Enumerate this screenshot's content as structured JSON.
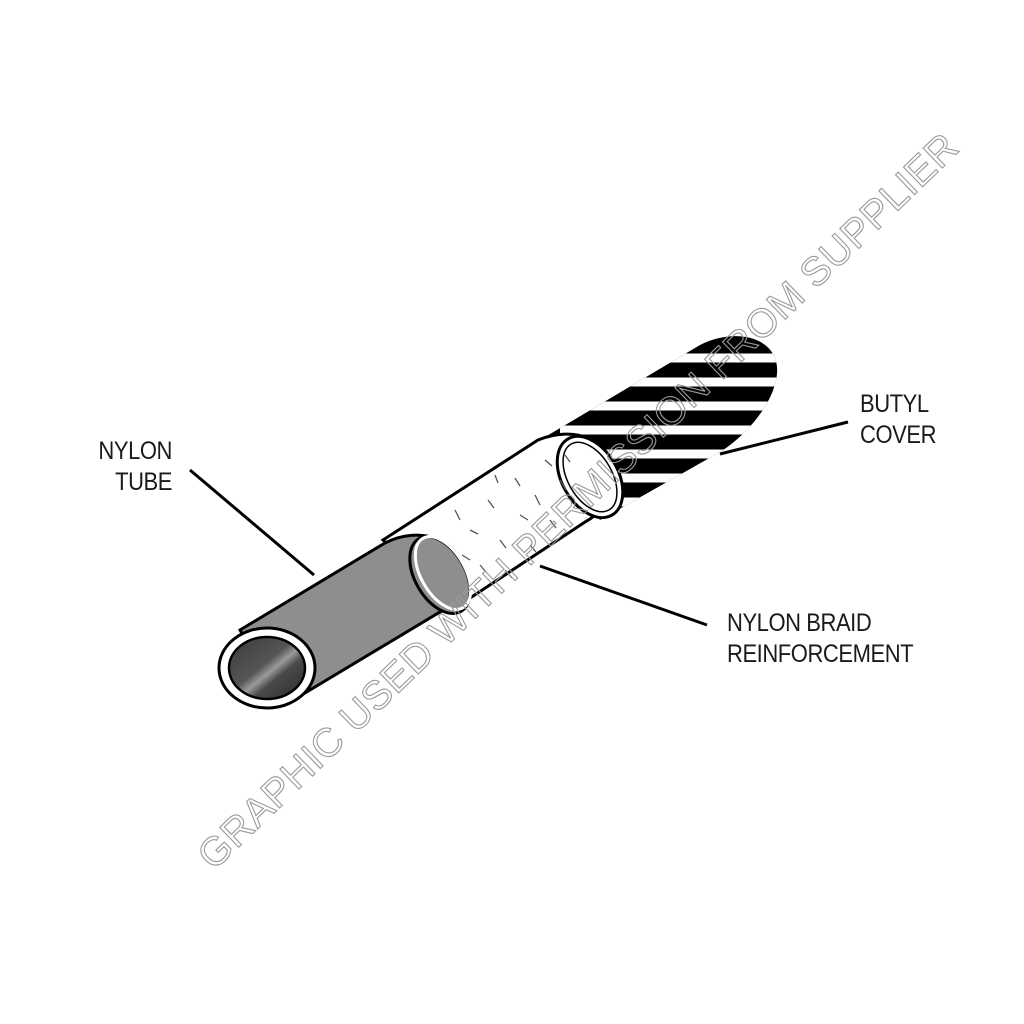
{
  "diagram": {
    "subject": "Hose construction layers",
    "labels": {
      "nylon_tube": {
        "line1": "NYLON",
        "line2": "TUBE"
      },
      "butyl_cover": {
        "line1": "BUTYL",
        "line2": "COVER"
      },
      "nylon_braid": {
        "line1": "NYLON BRAID",
        "line2": "REINFORCEMENT"
      }
    },
    "layers": [
      {
        "name": "Nylon Tube",
        "color": "#8c8c8c"
      },
      {
        "name": "Nylon Braid Reinforcement",
        "color": "#ffffff"
      },
      {
        "name": "Butyl Cover",
        "color": "#000000"
      }
    ],
    "watermark": "GRAPHIC USED WITH PERMISSION FROM SUPPLIER"
  }
}
